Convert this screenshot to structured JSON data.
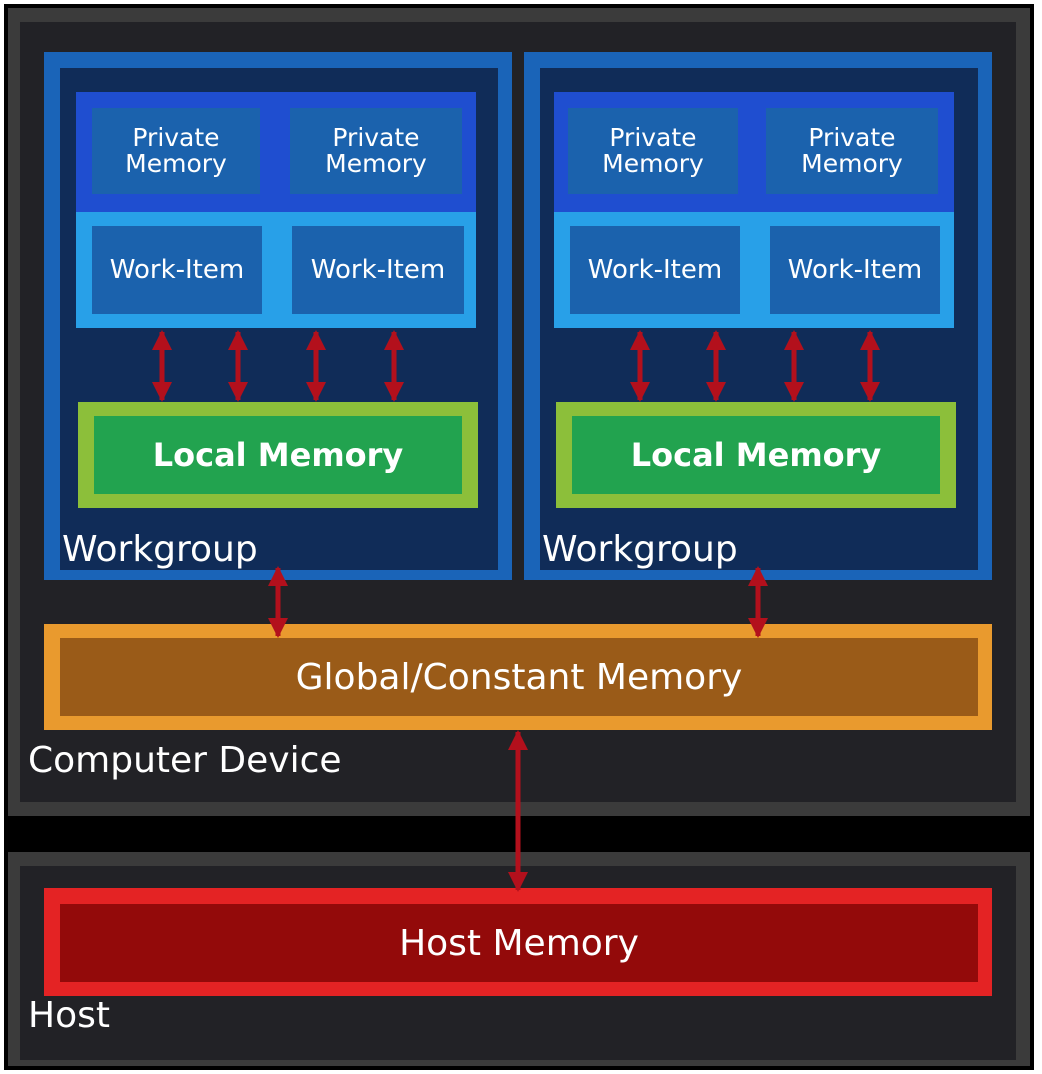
{
  "colors": {
    "frame": "#000000",
    "panel_border": "#3b3b3b",
    "panel_fill": "#222226",
    "workgroup_border": "#1a64b8",
    "workgroup_fill": "#102c58",
    "private_band": "#1f4ed0",
    "workitem_band": "#28a0e8",
    "tile_fill": "#1b62ad",
    "local_border": "#8cbf3a",
    "local_fill": "#22a34f",
    "global_border": "#e99a2e",
    "global_fill": "#9a5b18",
    "host_border": "#e42324",
    "host_fill": "#930a0a",
    "arrow": "#b3101c"
  },
  "device": {
    "label": "Computer Device",
    "workgroups": [
      {
        "label": "Workgroup",
        "private_memory": [
          "Private\nMemory",
          "Private\nMemory"
        ],
        "work_items": [
          "Work-Item",
          "Work-Item"
        ],
        "local_memory": "Local Memory"
      },
      {
        "label": "Workgroup",
        "private_memory": [
          "Private\nMemory",
          "Private\nMemory"
        ],
        "work_items": [
          "Work-Item",
          "Work-Item"
        ],
        "local_memory": "Local Memory"
      }
    ],
    "global_memory": "Global/Constant Memory"
  },
  "host": {
    "label": "Host",
    "host_memory": "Host Memory"
  }
}
